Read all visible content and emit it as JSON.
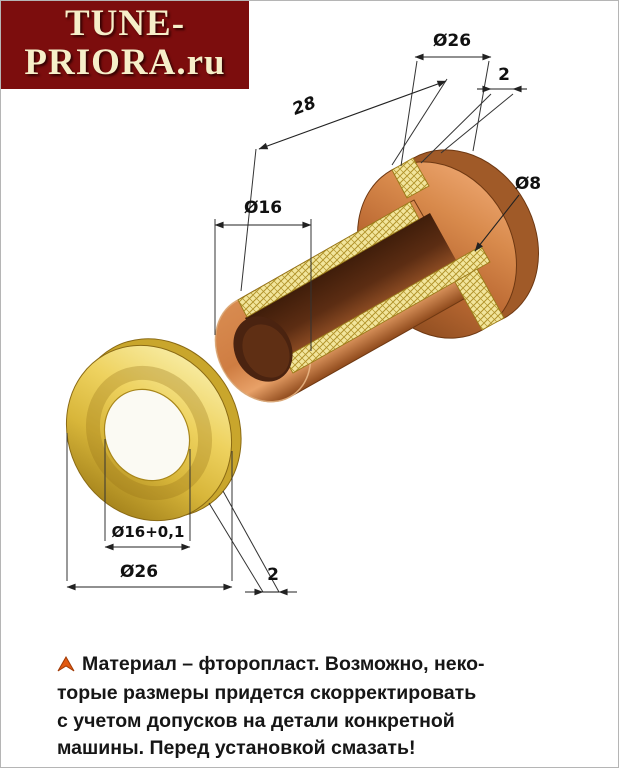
{
  "logo": {
    "line1": "TUNE-",
    "line2": "PRIORA.ru"
  },
  "dimensions": {
    "rear_flange_diameter": "Ø26",
    "rear_flange_thickness": "2",
    "body_length": "28",
    "tube_diameter": "Ø16",
    "bore_diameter": "Ø8",
    "washer_hole_diameter": "Ø16+0,1",
    "washer_outer_diameter": "Ø26",
    "washer_thickness": "2"
  },
  "caption": {
    "lines": [
      "Материал – фторопласт. Возможно, неко-",
      "торые размеры придется скорректировать",
      "с учетом допусков на детали конкретной",
      "машины. Перед установкой смазать!"
    ]
  },
  "colors": {
    "logo_background": "#7c0d0d",
    "logo_text": "#f6efc9",
    "copper": "#c87a40",
    "copper_dark": "#8a4a1e",
    "gold": "#e2c23e",
    "hatch_fill": "#f2e59c",
    "bullet": "#e25a12"
  }
}
